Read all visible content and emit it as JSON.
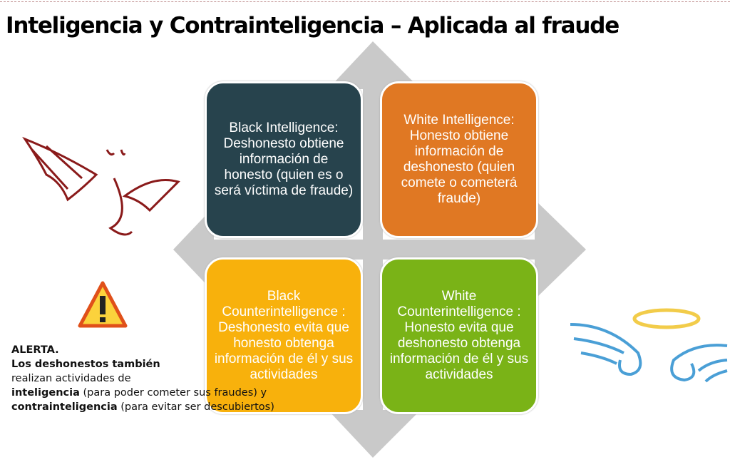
{
  "title": "Inteligencia y Contrainteligencia – Aplicada al fraude",
  "quadrants": [
    {
      "text": "Black Intelligence: Deshonesto obtiene información de honesto (quien es o será víctima de fraude)",
      "color": "#27434d"
    },
    {
      "text": "White Intelligence: Honesto obtiene información de deshonesto (quien comete o cometerá fraude)",
      "color": "#e07823"
    },
    {
      "text": "Black Counterintelligence : Deshonesto evita que honesto obtenga información de él y sus actividades",
      "color": "#f8b10c"
    },
    {
      "text": "White Counterintelligence : Honesto evita que deshonesto obtenga información de él y sus actividades",
      "color": "#7ab317"
    }
  ],
  "alert": {
    "heading": "ALERTA.",
    "line1": "Los deshonestos también",
    "line2": "realizan actividades de",
    "bold1": "inteligencia",
    "line3": " (para poder cometer sus fraudes) y",
    "bold2": "contrainteligencia",
    "line4": " (para evitar ser descubiertos)"
  }
}
